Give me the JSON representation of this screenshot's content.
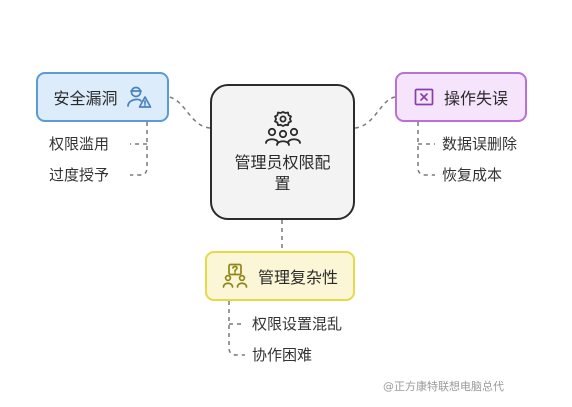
{
  "center": {
    "label": "管理员权限配置",
    "icon": "people-gear-icon"
  },
  "nodes": {
    "security": {
      "label": "安全漏洞",
      "icon": "user-warning-icon",
      "color": "#5b9bd5",
      "items": [
        "权限滥用",
        "过度授予"
      ]
    },
    "operation": {
      "label": "操作失误",
      "icon": "x-square-icon",
      "color": "#b970d8",
      "items": [
        "数据误删除",
        "恢复成本"
      ]
    },
    "complexity": {
      "label": "管理复杂性",
      "icon": "people-question-icon",
      "color": "#e4d94a",
      "items": [
        "权限设置混乱",
        "协作困难"
      ]
    }
  },
  "watermark": "@正方康特联想电脑总代"
}
